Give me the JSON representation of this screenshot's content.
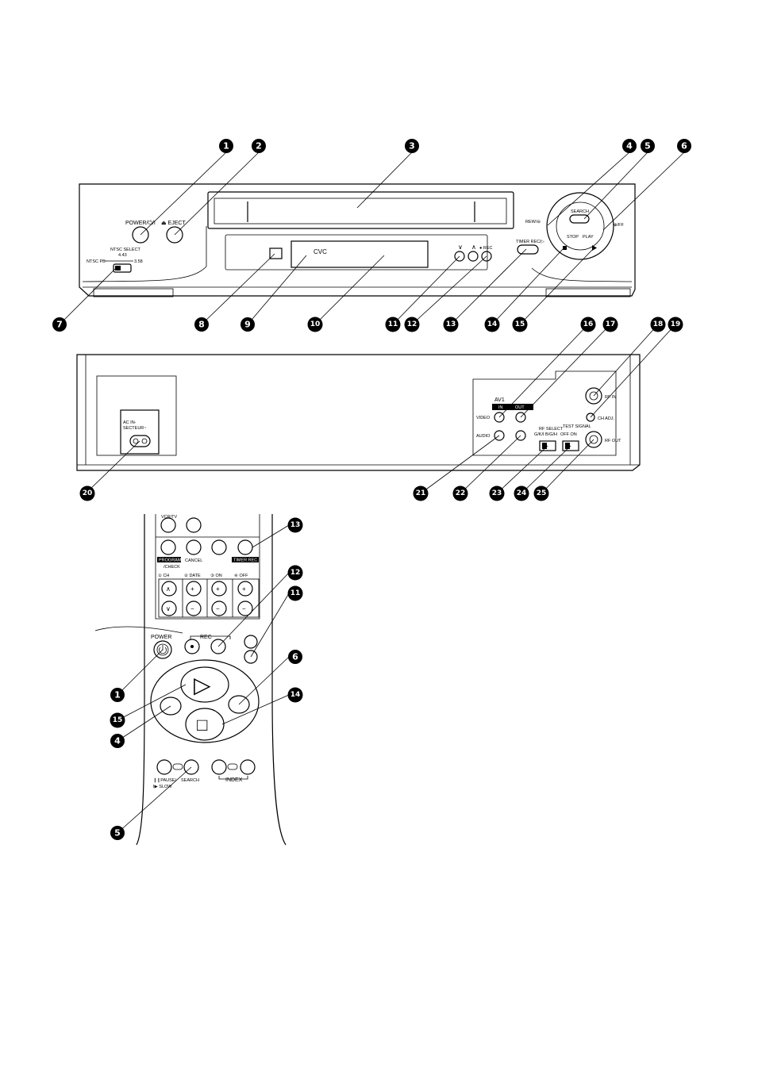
{
  "front": {
    "power_label": "POWER/⏻/I",
    "eject_label": "⏏ EJECT",
    "ntsc_select": "NTSC SELECT",
    "ntsc_values": "4.43",
    "ntsc_pb": "NTSC PB",
    "ntsc_s": "3.58",
    "display_text": "CVC",
    "rec_label": "● REC",
    "timer_label": "TIMER REC/▷",
    "search_label": "SEARCH",
    "rew_label": "REW/⊖",
    "ff_label": "⊕/FF",
    "stop_label": "STOP",
    "play_label": "PLAY",
    "ch_down_glyph": "∨",
    "ch_up_glyph": "∧"
  },
  "rear": {
    "ac_in_label": "AC IN-",
    "secteur_label": "SECTEUR~",
    "av1_label": "AV1",
    "in_label": "IN",
    "out_label": "OUT",
    "video_label": "VIDEO",
    "audio_label": "AUDIO",
    "rf_in_label": "RF IN",
    "ch_adj_label": "CH ADJ.",
    "rf_out_label": "RF OUT",
    "rf_select_label": "RF SELECT",
    "rf_select_opts": "G/K/I  B/G/H",
    "test_signal_label": "TEST SIGNAL",
    "test_signal_opts": "OFF  ON"
  },
  "remote": {
    "vcrtv_label": "VCR/TV",
    "program_label": "PROGRAM",
    "check_label": "/CHECK",
    "cancel_label": "CANCEL",
    "timer_rec_label": "TIMER REC",
    "ch_label": "① CH",
    "date_label": "② DATE",
    "on_label": "③ ON",
    "off_label": "④ OFF",
    "power_label": "POWER",
    "rec_label": "REC",
    "pause_label": "❙❙PAUSE/",
    "slow_label": "I▶ SLOW",
    "search_label": "SEARCH",
    "index_label": "INDEX"
  },
  "callouts": {
    "front_top": [
      "1",
      "2",
      "3",
      "4",
      "5",
      "6"
    ],
    "front_bottom": [
      "7",
      "8",
      "9",
      "10",
      "11",
      "12",
      "13",
      "14",
      "15"
    ],
    "rear_top": [
      "16",
      "17",
      "18",
      "19"
    ],
    "rear_bottom": [
      "20",
      "21",
      "22",
      "23",
      "24",
      "25"
    ],
    "remote": [
      "13",
      "12",
      "11",
      "6",
      "1",
      "14",
      "15",
      "4",
      "5"
    ]
  },
  "icons": {
    "play": "▷",
    "stop": "□",
    "plus": "+",
    "minus": "−",
    "up": "∧",
    "down": "∨"
  }
}
